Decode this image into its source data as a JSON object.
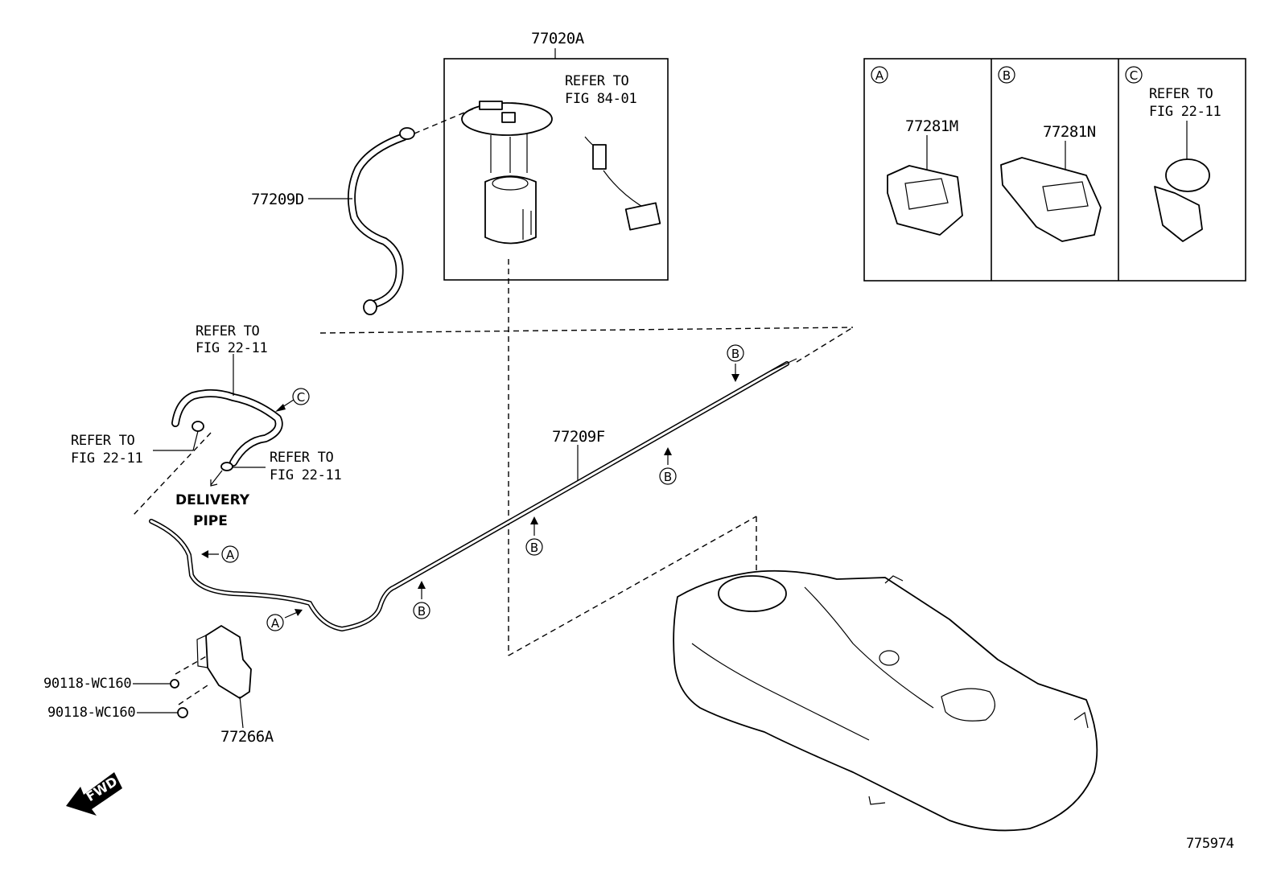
{
  "parts": {
    "pump_assy": "77020A",
    "fuel_hose": "77209D",
    "fuel_pipe": "77209F",
    "protector": "77266A",
    "clamp_a": "77281M",
    "clamp_b": "77281N",
    "nut_1": "90118-WC160",
    "nut_2": "90118-WC160"
  },
  "refs": {
    "pump_gauge": [
      "REFER TO",
      "FIG 84-01"
    ],
    "hose_top": [
      "REFER TO",
      "FIG 22-11"
    ],
    "hose_left": [
      "REFER TO",
      "FIG 22-11"
    ],
    "hose_right": [
      "REFER TO",
      "FIG 22-11"
    ],
    "clamp_c": [
      "REFER TO",
      "FIG 22-11"
    ]
  },
  "delivery_pipe": [
    "DELIVERY",
    "PIPE"
  ],
  "callouts": {
    "a": "A",
    "b": "B",
    "c": "C"
  },
  "fwd": "FWD",
  "figure_number": "775974"
}
